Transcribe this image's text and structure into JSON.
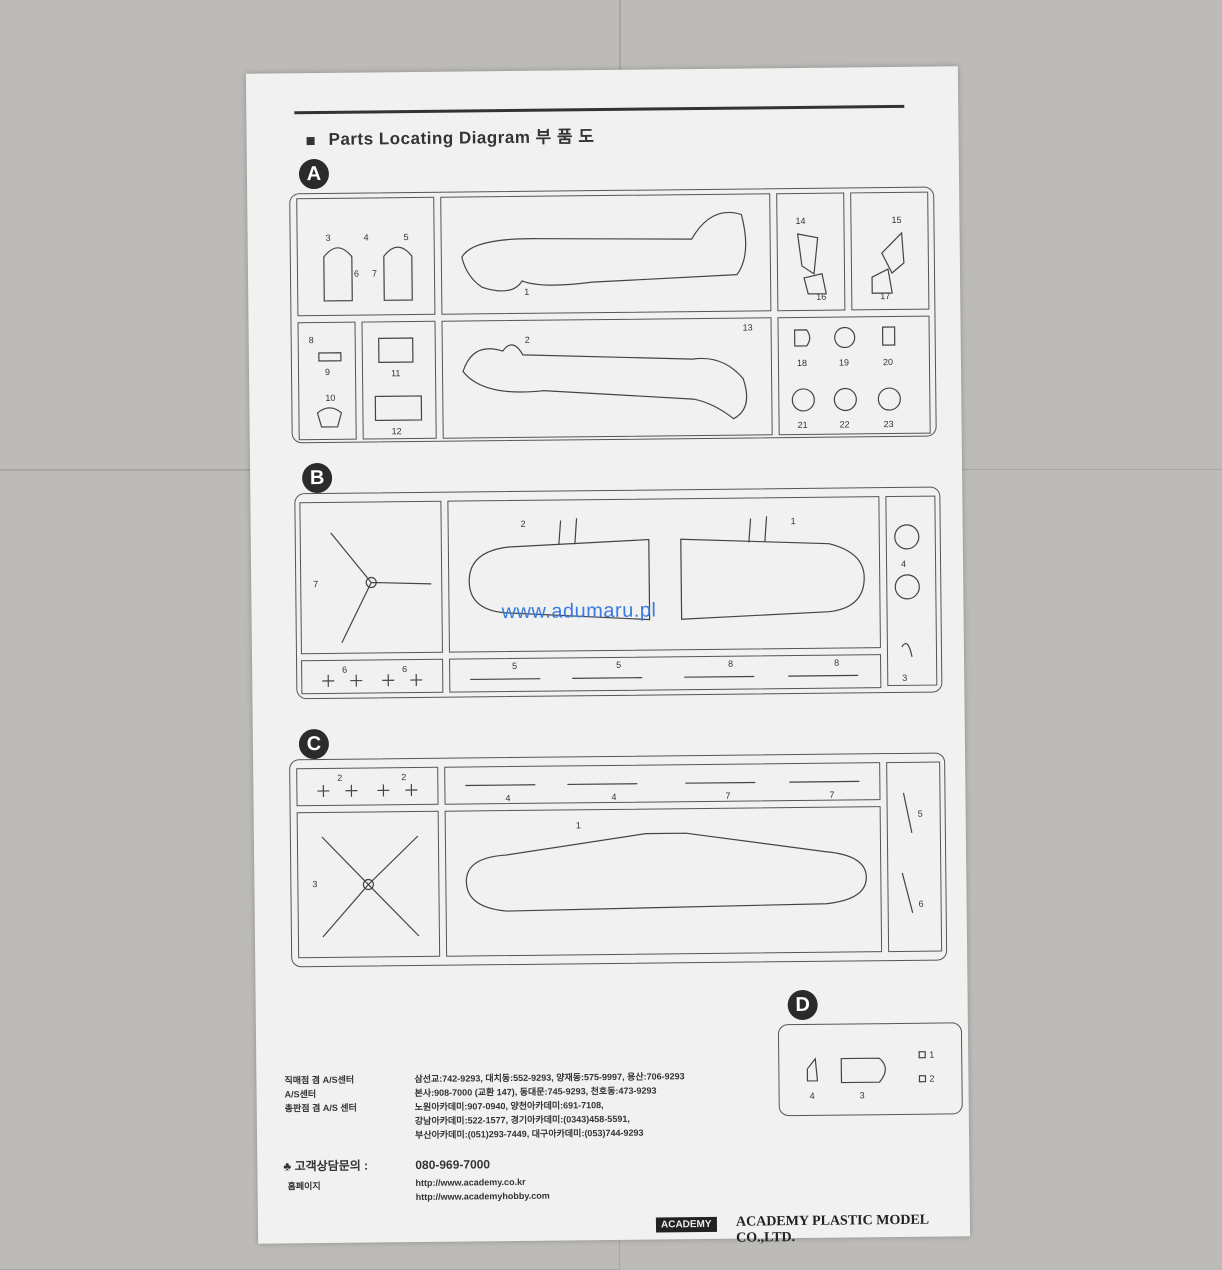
{
  "header": {
    "title": "Parts Locating Diagram 부 품 도"
  },
  "sections": {
    "A": {
      "label": "A",
      "parts": [
        "3",
        "4",
        "5",
        "6",
        "7",
        "1",
        "14",
        "15",
        "16",
        "17",
        "8",
        "9",
        "10",
        "11",
        "12",
        "2",
        "13",
        "18",
        "19",
        "20",
        "21",
        "22",
        "23"
      ]
    },
    "B": {
      "label": "B",
      "parts": [
        "7",
        "2",
        "1",
        "4",
        "6",
        "6",
        "5",
        "5",
        "8",
        "8",
        "3"
      ]
    },
    "C": {
      "label": "C",
      "parts": [
        "2",
        "2",
        "4",
        "4",
        "7",
        "7",
        "5",
        "3",
        "1",
        "6"
      ]
    },
    "D": {
      "label": "D",
      "parts": [
        "1",
        "2",
        "4",
        "3"
      ]
    }
  },
  "watermark": "www.adumaru.pl",
  "footer": {
    "labels": [
      "직매점 겸 A/S센터",
      "A/S센터",
      "총판점 겸 A/S 센터"
    ],
    "lines": [
      "삼선교:742-9293, 대치동:552-9293, 양재동:575-9997, 용산:706-9293",
      "본사:908-7000 (교환 147), 동대문:745-9293, 천호동:473-9293",
      "노원아카데미:907-0940, 양천아카데미:691-7108,",
      "강남아카데미:522-1577, 경기아카데미:(0343)458-5591,",
      "부산아카데미:(051)293-7449, 대구아카데미:(053)744-9293"
    ],
    "customer_label": "고객상담문의 :",
    "customer_phone": "080-969-7000",
    "homepage_label": "홈페이지",
    "urls": [
      "http://www.academy.co.kr",
      "http://www.academyhobby.com"
    ],
    "logo": "ACADEMY",
    "company": "ACADEMY PLASTIC MODEL CO.,LTD."
  }
}
